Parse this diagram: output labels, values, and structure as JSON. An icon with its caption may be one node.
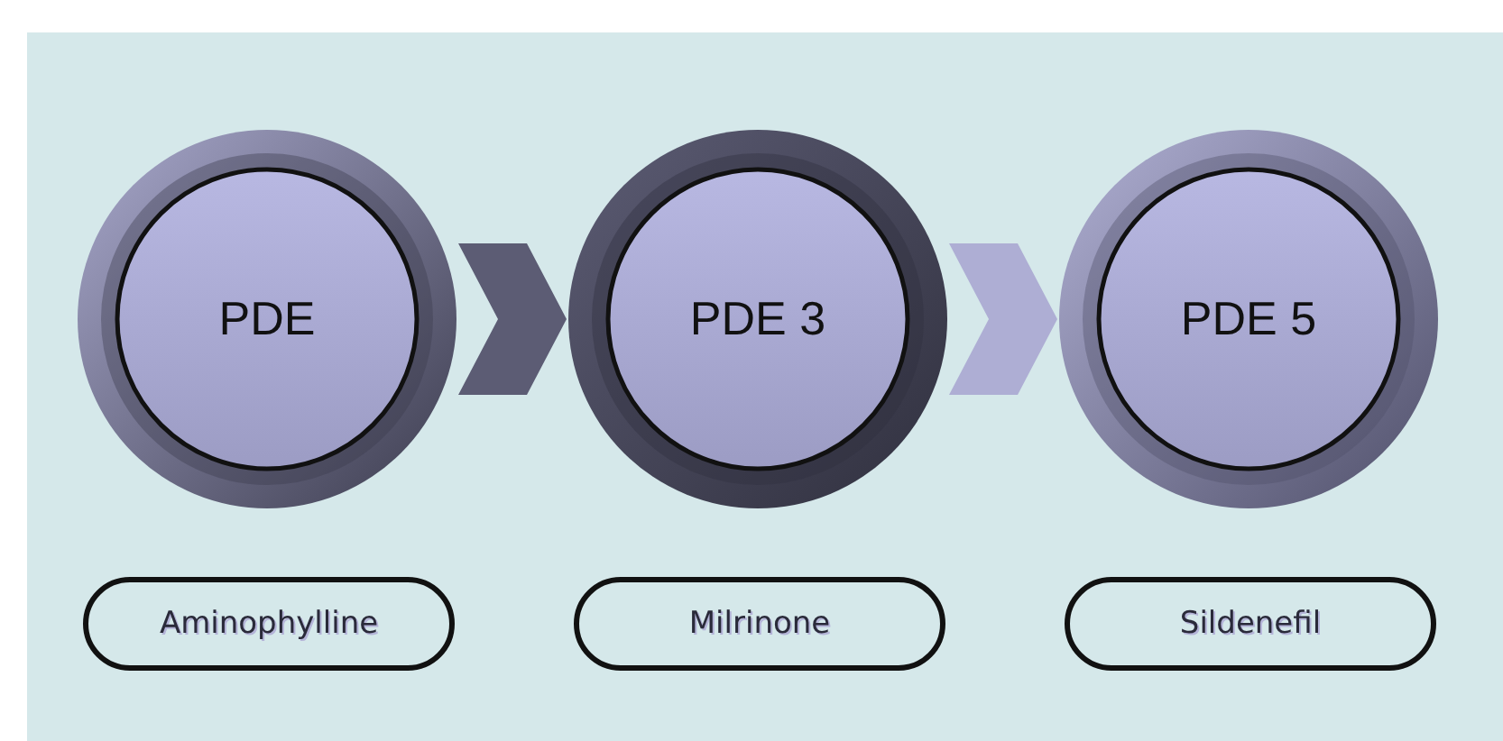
{
  "diagram": {
    "nodes": [
      {
        "text": [
          "PDE"
        ]
      },
      {
        "text": [
          "PDE 3"
        ]
      },
      {
        "text": [
          "PDE 5"
        ]
      },
      {
        "text": [
          "Aminophylline"
        ]
      },
      {
        "text": [
          "Milrinone"
        ]
      },
      {
        "text": [
          "Sildenefil"
        ]
      }
    ],
    "edges": [
      {
        "from": 0,
        "to": 1,
        "arrow": "to",
        "color": "#5c5c74"
      },
      {
        "from": 1,
        "to": 2,
        "arrow": "to",
        "color": "#aeaed4"
      }
    ]
  }
}
